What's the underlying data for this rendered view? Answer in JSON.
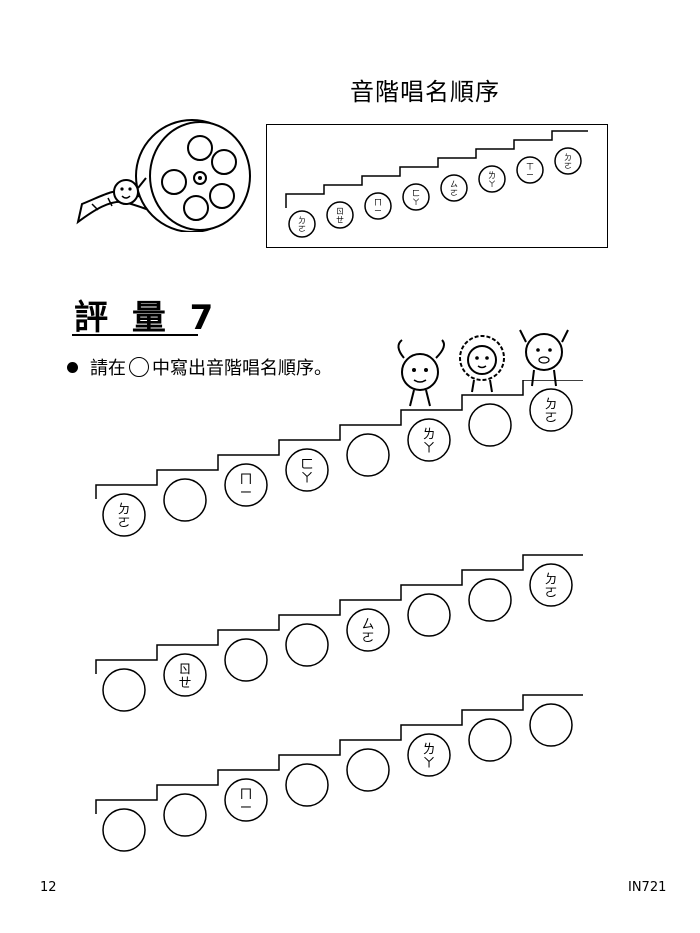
{
  "header": {
    "title": "音階唱名順序"
  },
  "reference": {
    "notes": [
      [
        "ㄉ",
        "ㄛ"
      ],
      [
        "ㄖ",
        "ㄝ"
      ],
      [
        "ㄇ",
        "ㄧ"
      ],
      [
        "ㄈ",
        "ㄚ"
      ],
      [
        "ㄙ",
        "ㄛ"
      ],
      [
        "ㄌ",
        "ㄚ"
      ],
      [
        "ㄒ",
        "ㄧ"
      ],
      [
        "ㄉ",
        "ㄛ"
      ]
    ]
  },
  "exercise": {
    "title": "評 量 7",
    "instruction_before": "請在",
    "instruction_after": "中寫出音階唱名順序。",
    "rows": [
      [
        [
          "ㄉ",
          "ㄛ"
        ],
        null,
        [
          "ㄇ",
          "ㄧ"
        ],
        [
          "ㄈ",
          "ㄚ"
        ],
        null,
        [
          "ㄌ",
          "ㄚ"
        ],
        null,
        [
          "ㄉ",
          "ㄛ"
        ]
      ],
      [
        null,
        [
          "ㄖ",
          "ㄝ"
        ],
        null,
        null,
        [
          "ㄙ",
          "ㄛ"
        ],
        null,
        null,
        [
          "ㄉ",
          "ㄛ"
        ]
      ],
      [
        null,
        null,
        [
          "ㄇ",
          "ㄧ"
        ],
        null,
        null,
        [
          "ㄌ",
          "ㄚ"
        ],
        null,
        null
      ]
    ]
  },
  "footer": {
    "page_number": "12",
    "code": "IN721"
  }
}
